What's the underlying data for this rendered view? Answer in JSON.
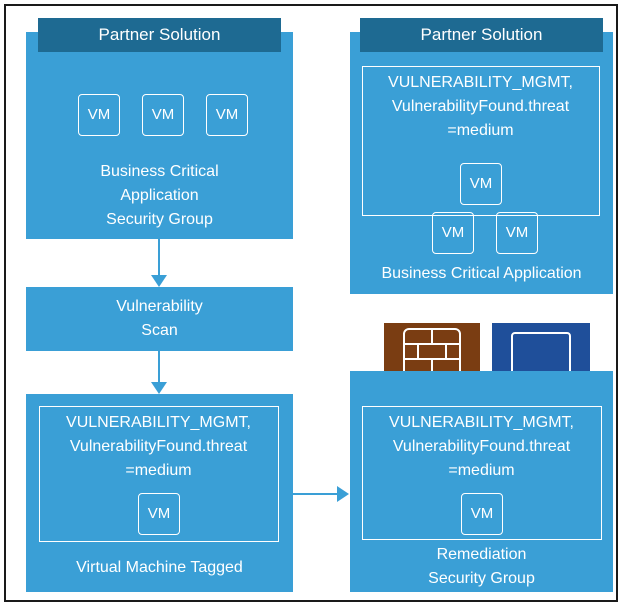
{
  "top_left": {
    "header": "Partner Solution",
    "vms": [
      "VM",
      "VM",
      "VM"
    ],
    "label_lines": [
      "Business Critical",
      "Application",
      "Security Group"
    ]
  },
  "top_right": {
    "header": "Partner Solution",
    "tag_lines": [
      "VULNERABILITY_MGMT,",
      "VulnerabilityFound.threat",
      "=medium"
    ],
    "tag_vm": "VM",
    "vms": [
      "VM",
      "VM"
    ],
    "label": "Business Critical Application"
  },
  "scan": {
    "label_lines": [
      "Vulnerability",
      "Scan"
    ]
  },
  "bottom_left": {
    "tag_lines": [
      "VULNERABILITY_MGMT,",
      "VulnerabilityFound.threat",
      "=medium"
    ],
    "tag_vm": "VM",
    "label": "Virtual Machine Tagged"
  },
  "bottom_right": {
    "tag_lines": [
      "VULNERABILITY_MGMT,",
      "VulnerabilityFound.threat",
      "=medium"
    ],
    "tag_vm": "VM",
    "label_lines": [
      "Remediation",
      "Security Group"
    ]
  },
  "icons": {
    "firewall": "firewall-icon",
    "laptop": "laptop-icon"
  },
  "colors": {
    "panel": "#3a9fd6",
    "header": "#1e6a92",
    "firewall_bg": "#7a3d12",
    "laptop_bg": "#1f4f9a"
  }
}
